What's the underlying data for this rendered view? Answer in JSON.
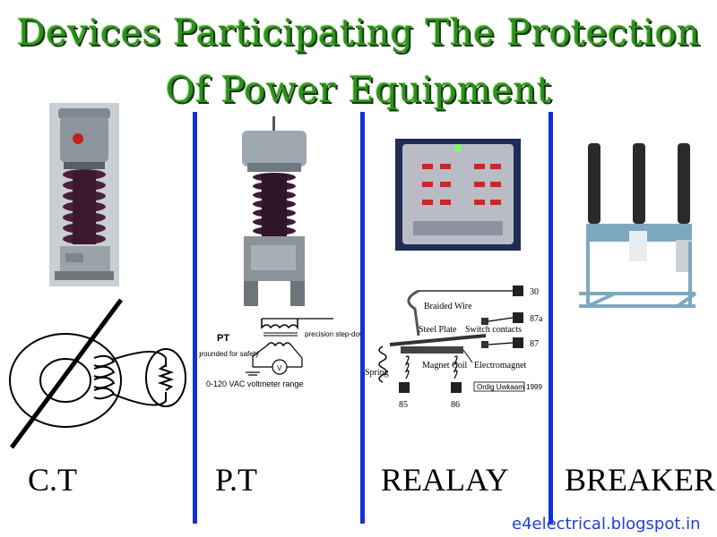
{
  "title": {
    "line1": "Devices Participating The Protection",
    "line2": "Of Power Equipment"
  },
  "devices": [
    {
      "label": "C.T"
    },
    {
      "label": "P.T"
    },
    {
      "label": "REALAY"
    },
    {
      "label": "BREAKER"
    }
  ],
  "pt_schematic": {
    "name": "PT",
    "grounded_label": "grounded for safety",
    "ratio_label": "precision step-down ratio",
    "meter": "V",
    "range_label": "0-120 VAC voltmeter range"
  },
  "relay_schematic": {
    "braided_wire": "Braided Wire",
    "steel_plate": "Steel Plate",
    "switch_contacts": "Switch contacts",
    "spring": "Spring",
    "magnet_coil": "Magnet Coil",
    "electromagnet": "Electromagnet",
    "terminals": [
      "30",
      "87a",
      "87",
      "85",
      "86"
    ],
    "credit": "Ordig Uwkaam 1999"
  },
  "watermark": "e4electrical.blogspot.in",
  "colors": {
    "title_green": "#2f8f1e",
    "divider_blue": "#1330d8",
    "watermark_blue": "#1f3fd8"
  }
}
